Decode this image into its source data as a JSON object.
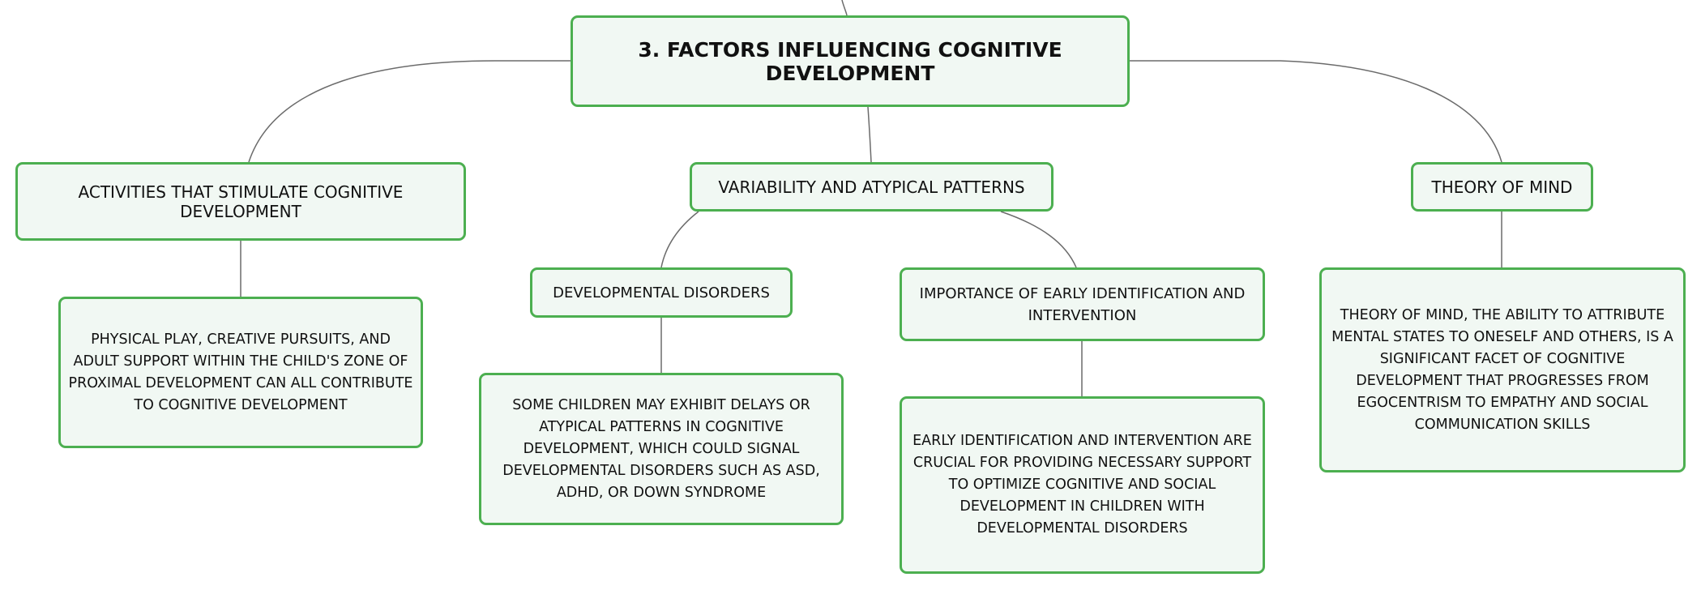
{
  "mindmap": {
    "root": "3. FACTORS INFLUENCING COGNITIVE DEVELOPMENT",
    "topics": {
      "activities": {
        "title": "ACTIVITIES THAT STIMULATE COGNITIVE DEVELOPMENT",
        "detail": "PHYSICAL PLAY, CREATIVE PURSUITS, AND ADULT SUPPORT WITHIN THE CHILD'S ZONE OF PROXIMAL DEVELOPMENT CAN ALL CONTRIBUTE TO COGNITIVE DEVELOPMENT"
      },
      "variability": {
        "title": "VARIABILITY AND ATYPICAL PATTERNS",
        "disorders": {
          "title": "DEVELOPMENTAL DISORDERS",
          "detail": "SOME CHILDREN MAY EXHIBIT DELAYS OR ATYPICAL PATTERNS IN COGNITIVE DEVELOPMENT, WHICH COULD SIGNAL DEVELOPMENTAL DISORDERS SUCH AS ASD, ADHD, OR DOWN SYNDROME"
        },
        "importance": {
          "title": "IMPORTANCE OF EARLY IDENTIFICATION AND INTERVENTION",
          "detail": "EARLY IDENTIFICATION AND INTERVENTION ARE CRUCIAL FOR PROVIDING NECESSARY SUPPORT TO OPTIMIZE COGNITIVE AND SOCIAL DEVELOPMENT IN CHILDREN WITH DEVELOPMENTAL DISORDERS"
        }
      },
      "theory": {
        "title": "THEORY OF MIND",
        "detail": "THEORY OF MIND, THE ABILITY TO ATTRIBUTE MENTAL STATES TO ONESELF AND OTHERS, IS A SIGNIFICANT FACET OF COGNITIVE DEVELOPMENT THAT PROGRESSES FROM EGOCENTRISM TO EMPATHY AND SOCIAL COMMUNICATION SKILLS"
      }
    }
  },
  "colors": {
    "node_border": "#4caf50",
    "node_fill": "#f1f8f3",
    "connector": "#6b6b6b",
    "text": "#111111"
  }
}
